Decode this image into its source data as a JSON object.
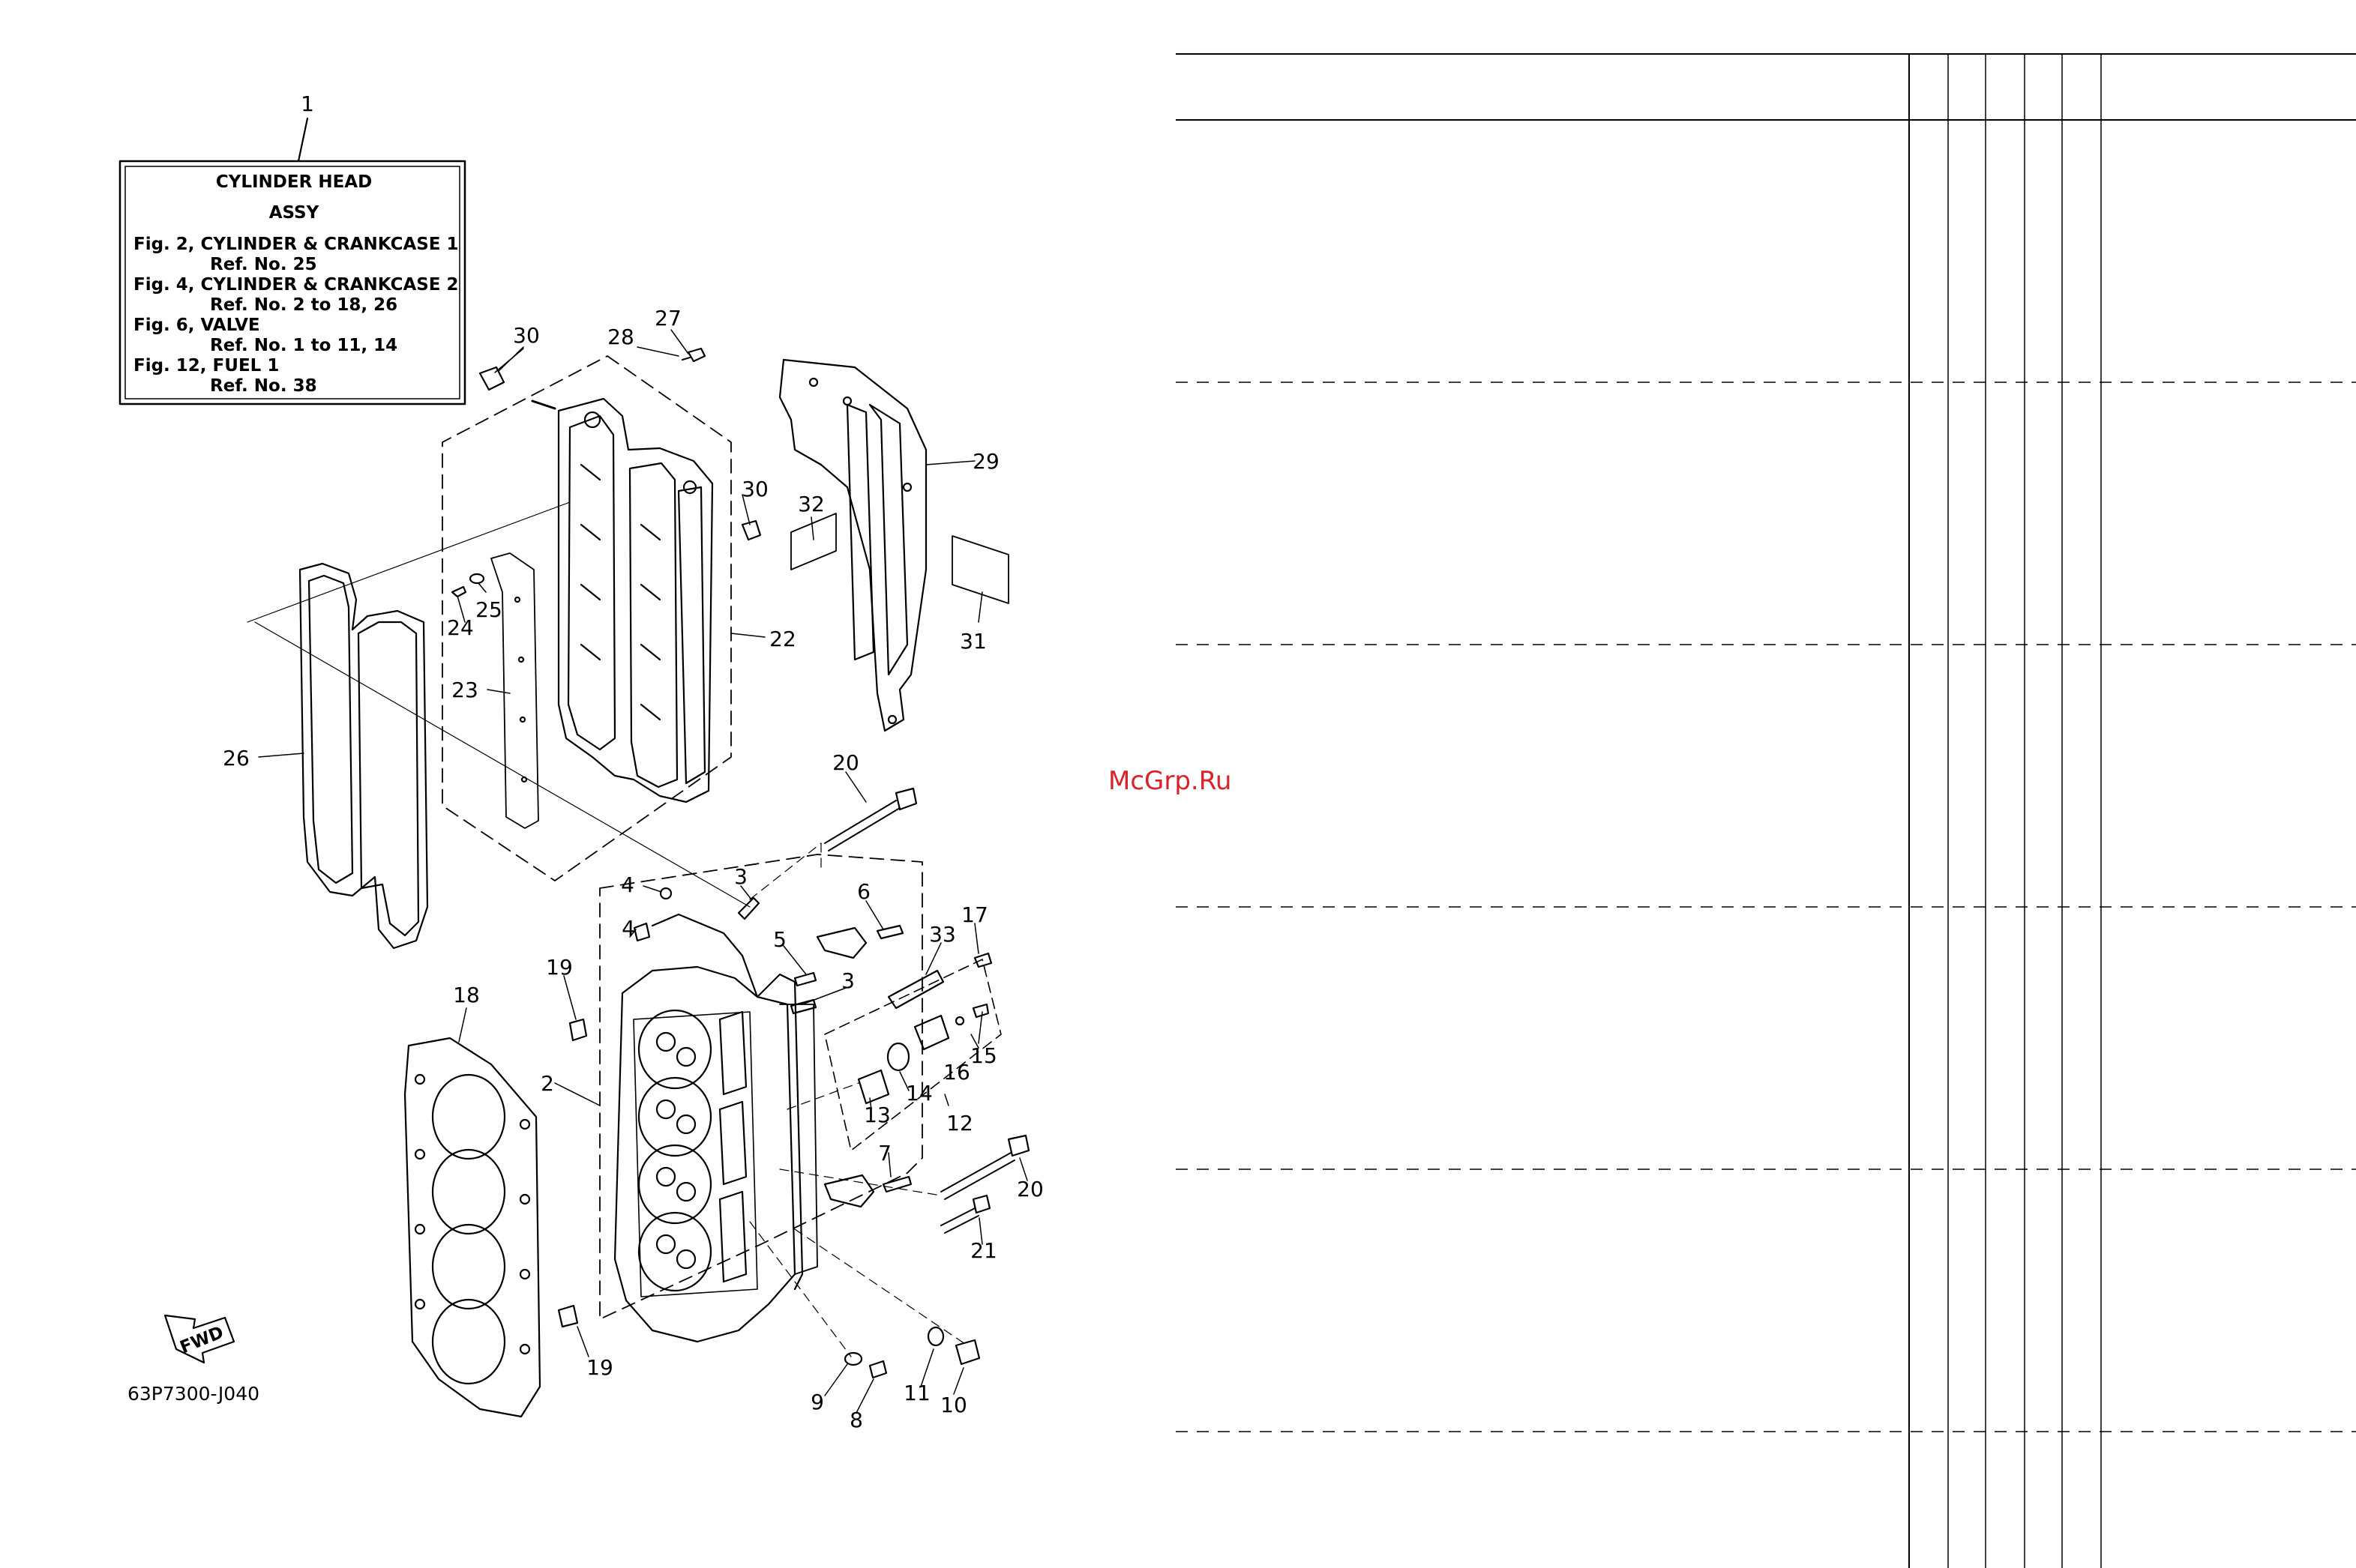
{
  "assy_box": {
    "ref": "1",
    "title": "CYLINDER HEAD",
    "subtitle": "ASSY",
    "lines": [
      {
        "text": "Fig. 2, CYLINDER & CRANKCASE 1",
        "indent": false
      },
      {
        "text": "Ref. No. 25",
        "indent": true
      },
      {
        "text": "Fig. 4, CYLINDER & CRANKCASE 2",
        "indent": false
      },
      {
        "text": "Ref. No. 2 to 18, 26",
        "indent": true
      },
      {
        "text": "Fig. 6, VALVE",
        "indent": false
      },
      {
        "text": "Ref. No. 1 to 11, 14",
        "indent": true
      },
      {
        "text": "Fig. 12, FUEL 1",
        "indent": false
      },
      {
        "text": "Ref. No. 38",
        "indent": true
      }
    ]
  },
  "diagram_code": "63P7300-J040",
  "fwd_label": "FWD",
  "watermark": "McGrp.Ru",
  "callouts": {
    "c30a": "30",
    "c28": "28",
    "c27": "27",
    "c29": "29",
    "c30b": "30",
    "c32": "32",
    "c31": "31",
    "c25": "25",
    "c24": "24",
    "c22": "22",
    "c23": "23",
    "c26": "26",
    "c20a": "20",
    "c3a": "3",
    "c4a": "4",
    "c6": "6",
    "c4b": "4",
    "c17": "17",
    "c5": "5",
    "c33": "33",
    "c19a": "19",
    "c3b": "3",
    "c18": "18",
    "c2": "2",
    "c16": "16",
    "c15": "15",
    "c14": "14",
    "c13": "13",
    "c12": "12",
    "c7": "7",
    "c20b": "20",
    "c21": "21",
    "c19b": "19",
    "c11": "11",
    "c9": "9",
    "c8": "8",
    "c10": "10"
  },
  "colors": {
    "ink": "#000000",
    "watermark": "#d9222a"
  }
}
